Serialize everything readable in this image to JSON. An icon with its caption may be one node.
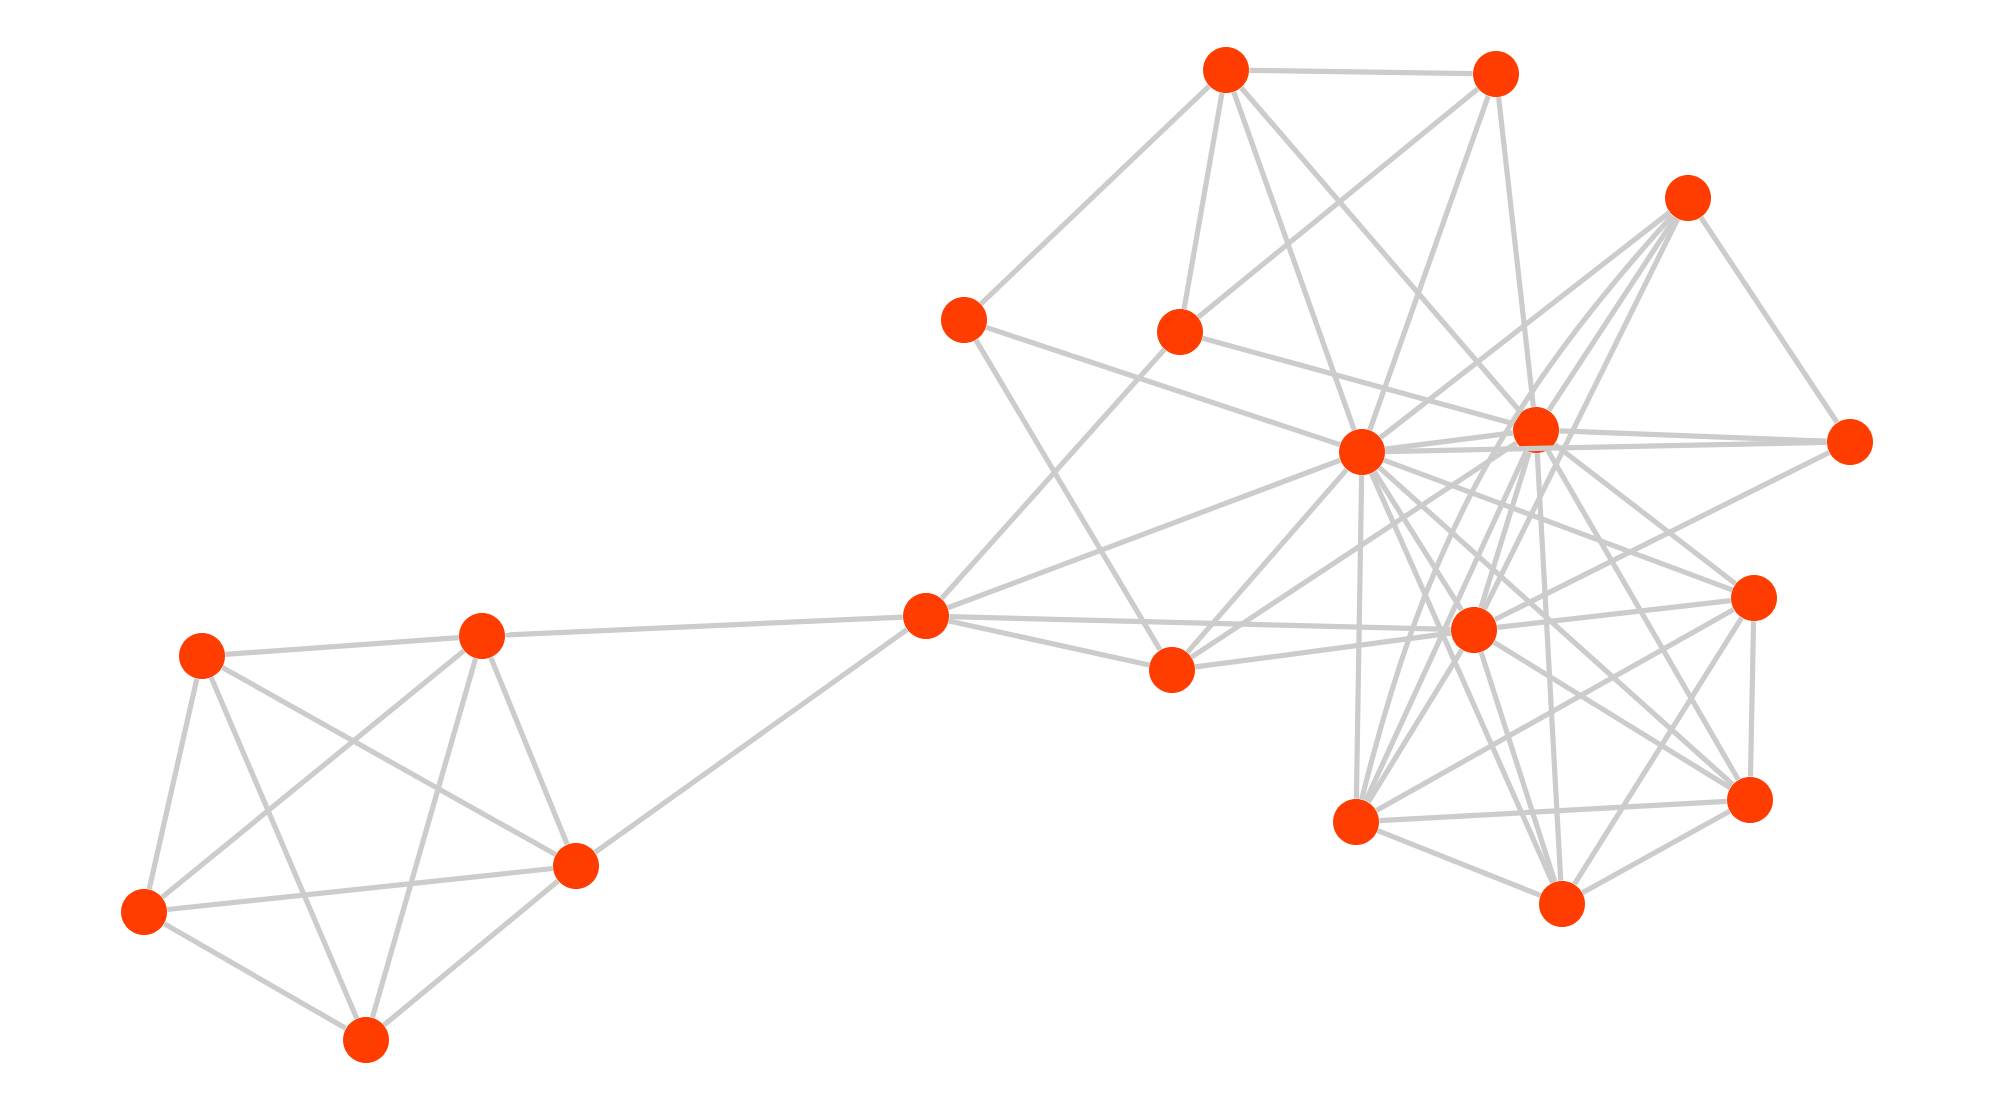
{
  "diagram": {
    "nodes": [
      {
        "text": [],
        "shape": "circle"
      },
      {
        "text": [],
        "shape": "circle"
      },
      {
        "text": [],
        "shape": "circle"
      },
      {
        "text": [],
        "shape": "circle"
      },
      {
        "text": [],
        "shape": "circle"
      },
      {
        "text": [],
        "shape": "circle"
      },
      {
        "text": [],
        "shape": "circle"
      },
      {
        "text": [],
        "shape": "circle"
      },
      {
        "text": [],
        "shape": "circle"
      },
      {
        "text": [],
        "shape": "circle"
      },
      {
        "text": [],
        "shape": "circle"
      },
      {
        "text": [],
        "shape": "circle"
      },
      {
        "text": [],
        "shape": "circle"
      },
      {
        "text": [],
        "shape": "circle"
      },
      {
        "text": [],
        "shape": "circle"
      },
      {
        "text": [],
        "shape": "circle"
      },
      {
        "text": [],
        "shape": "circle"
      },
      {
        "text": [],
        "shape": "circle"
      },
      {
        "text": [],
        "shape": "circle"
      },
      {
        "text": [],
        "shape": "circle"
      }
    ],
    "edges": [
      {
        "from": 0,
        "to": 1,
        "arrow": "none"
      },
      {
        "from": 0,
        "to": 3,
        "arrow": "none"
      },
      {
        "from": 0,
        "to": 4,
        "arrow": "none"
      },
      {
        "from": 0,
        "to": 5,
        "arrow": "none"
      },
      {
        "from": 0,
        "to": 6,
        "arrow": "none"
      },
      {
        "from": 1,
        "to": 4,
        "arrow": "none"
      },
      {
        "from": 1,
        "to": 5,
        "arrow": "none"
      },
      {
        "from": 1,
        "to": 6,
        "arrow": "none"
      },
      {
        "from": 2,
        "to": 5,
        "arrow": "none"
      },
      {
        "from": 2,
        "to": 6,
        "arrow": "none"
      },
      {
        "from": 2,
        "to": 7,
        "arrow": "none"
      },
      {
        "from": 2,
        "to": 10,
        "arrow": "none"
      },
      {
        "from": 2,
        "to": 17,
        "arrow": "none"
      },
      {
        "from": 3,
        "to": 5,
        "arrow": "none"
      },
      {
        "from": 3,
        "to": 11,
        "arrow": "none"
      },
      {
        "from": 4,
        "to": 6,
        "arrow": "none"
      },
      {
        "from": 4,
        "to": 8,
        "arrow": "none"
      },
      {
        "from": 5,
        "to": 6,
        "arrow": "none"
      },
      {
        "from": 5,
        "to": 7,
        "arrow": "none"
      },
      {
        "from": 5,
        "to": 8,
        "arrow": "none"
      },
      {
        "from": 5,
        "to": 11,
        "arrow": "none"
      },
      {
        "from": 5,
        "to": 10,
        "arrow": "none"
      },
      {
        "from": 5,
        "to": 17,
        "arrow": "none"
      },
      {
        "from": 5,
        "to": 19,
        "arrow": "none"
      },
      {
        "from": 5,
        "to": 18,
        "arrow": "none"
      },
      {
        "from": 5,
        "to": 9,
        "arrow": "none"
      },
      {
        "from": 6,
        "to": 7,
        "arrow": "none"
      },
      {
        "from": 6,
        "to": 11,
        "arrow": "none"
      },
      {
        "from": 6,
        "to": 10,
        "arrow": "none"
      },
      {
        "from": 6,
        "to": 17,
        "arrow": "none"
      },
      {
        "from": 6,
        "to": 19,
        "arrow": "none"
      },
      {
        "from": 6,
        "to": 18,
        "arrow": "none"
      },
      {
        "from": 6,
        "to": 9,
        "arrow": "none"
      },
      {
        "from": 7,
        "to": 10,
        "arrow": "none"
      },
      {
        "from": 8,
        "to": 13,
        "arrow": "none"
      },
      {
        "from": 8,
        "to": 14,
        "arrow": "none"
      },
      {
        "from": 8,
        "to": 10,
        "arrow": "none"
      },
      {
        "from": 8,
        "to": 11,
        "arrow": "none"
      },
      {
        "from": 10,
        "to": 11,
        "arrow": "none"
      },
      {
        "from": 10,
        "to": 9,
        "arrow": "none"
      },
      {
        "from": 10,
        "to": 18,
        "arrow": "none"
      },
      {
        "from": 10,
        "to": 19,
        "arrow": "none"
      },
      {
        "from": 10,
        "to": 17,
        "arrow": "none"
      },
      {
        "from": 17,
        "to": 9,
        "arrow": "none"
      },
      {
        "from": 17,
        "to": 18,
        "arrow": "none"
      },
      {
        "from": 17,
        "to": 19,
        "arrow": "none"
      },
      {
        "from": 18,
        "to": 9,
        "arrow": "none"
      },
      {
        "from": 18,
        "to": 19,
        "arrow": "none"
      },
      {
        "from": 9,
        "to": 19,
        "arrow": "none"
      },
      {
        "from": 12,
        "to": 13,
        "arrow": "none"
      },
      {
        "from": 12,
        "to": 14,
        "arrow": "none"
      },
      {
        "from": 12,
        "to": 15,
        "arrow": "none"
      },
      {
        "from": 12,
        "to": 16,
        "arrow": "none"
      },
      {
        "from": 13,
        "to": 14,
        "arrow": "none"
      },
      {
        "from": 13,
        "to": 15,
        "arrow": "none"
      },
      {
        "from": 13,
        "to": 16,
        "arrow": "none"
      },
      {
        "from": 14,
        "to": 15,
        "arrow": "none"
      },
      {
        "from": 14,
        "to": 16,
        "arrow": "none"
      },
      {
        "from": 15,
        "to": 16,
        "arrow": "none"
      }
    ]
  }
}
